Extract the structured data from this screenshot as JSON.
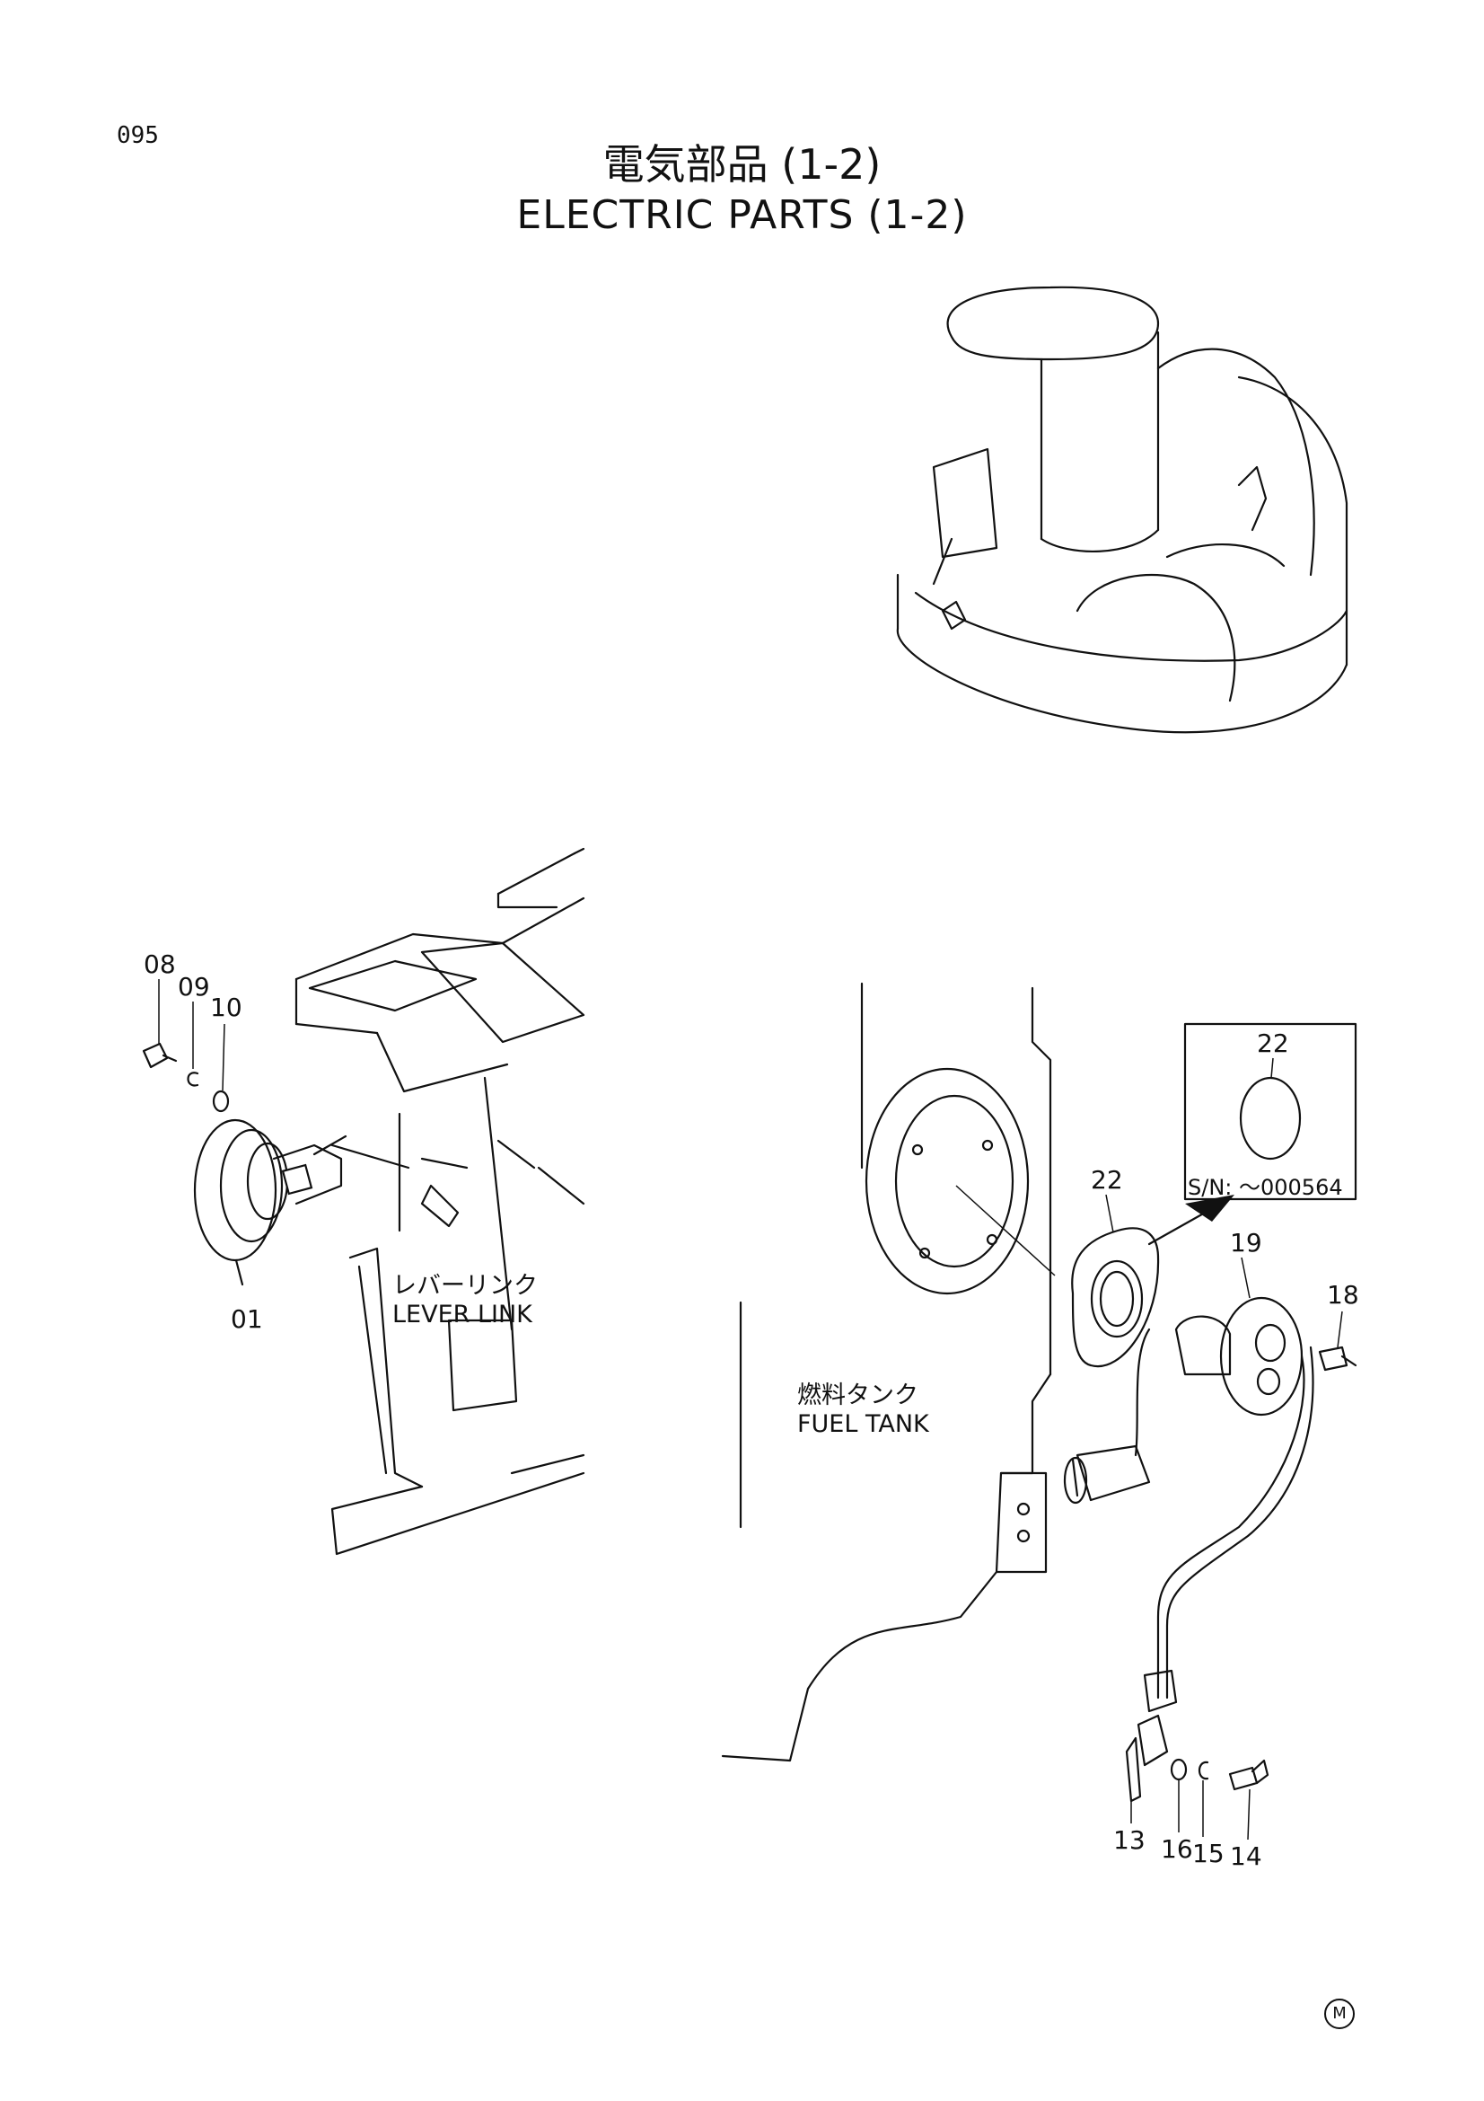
{
  "page_number": "095",
  "title": {
    "jp": "電気部品 (1-2)",
    "en": "ELECTRIC PARTS (1-2)"
  },
  "callouts": {
    "c08": "08",
    "c09": "09",
    "c10": "10",
    "c01": "01",
    "c22_inset": "22",
    "c22": "22",
    "c19": "19",
    "c18": "18",
    "c13": "13",
    "c16": "16",
    "c15": "15",
    "c14": "14"
  },
  "labels": {
    "lever_link_jp": "レバーリンク",
    "lever_link_en": "LEVER LINK",
    "fuel_tank_jp": "燃料タンク",
    "fuel_tank_en": "FUEL TANK",
    "serial_note": "S/N: ～000564"
  },
  "corner_mark": "M"
}
